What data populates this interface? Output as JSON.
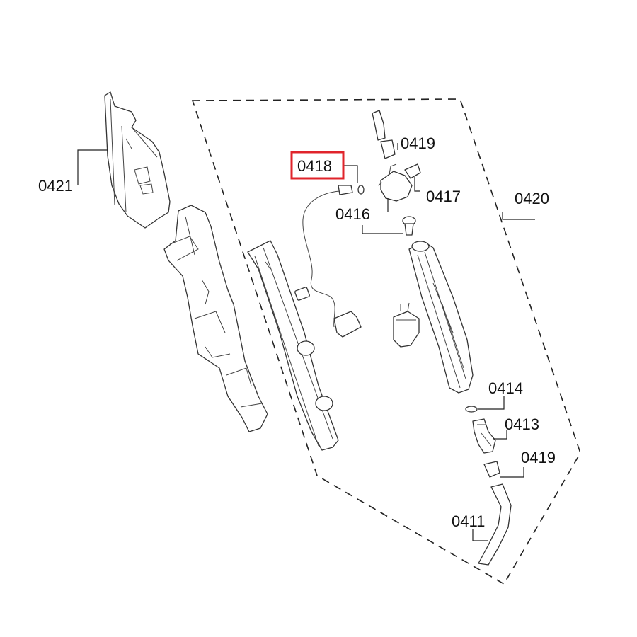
{
  "callouts": {
    "c0421": "0421",
    "c0418": "0418",
    "c0419_top": "0419",
    "c0417": "0417",
    "c0420": "0420",
    "c0416": "0416",
    "c0414": "0414",
    "c0413": "0413",
    "c0419_bottom": "0419",
    "c0411": "0411"
  },
  "highlight": {
    "part": "0418",
    "color": "#e0242b"
  }
}
